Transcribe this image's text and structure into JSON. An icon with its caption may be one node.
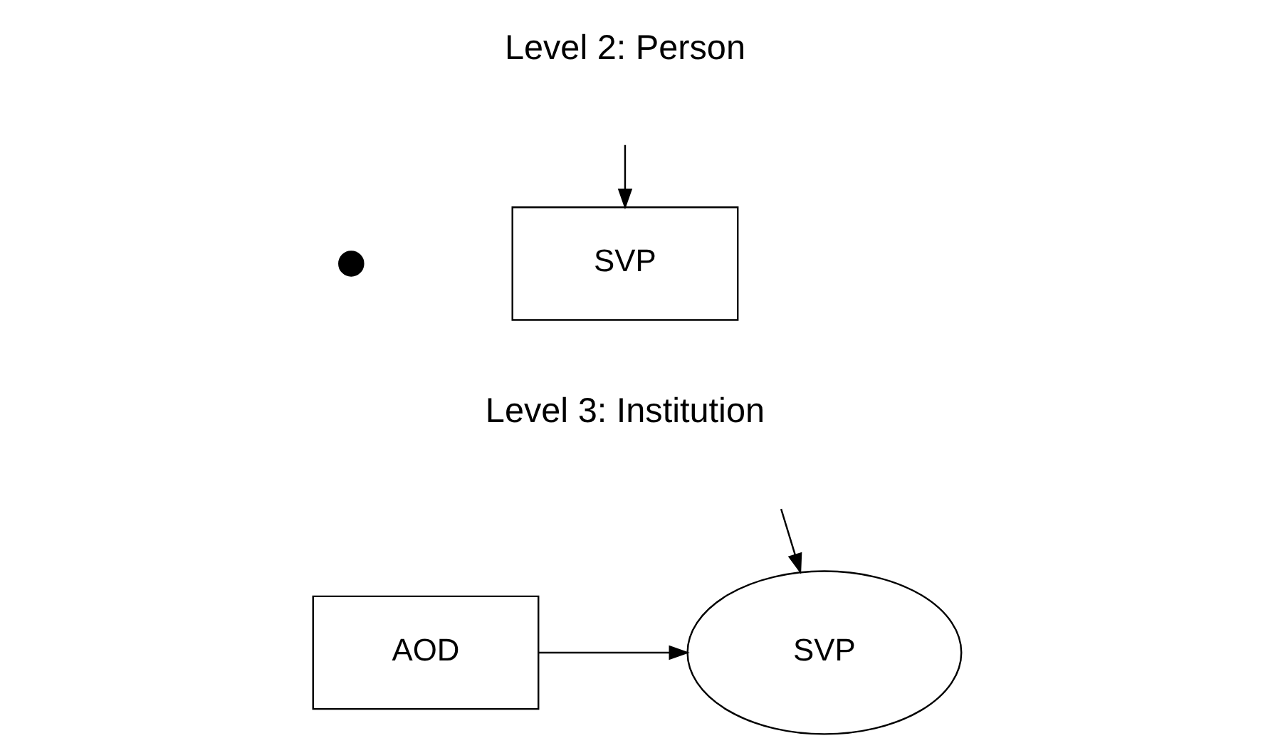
{
  "diagram": {
    "nodes": [
      {
        "text": [
          "SVP"
        ]
      },
      {
        "text": [],
        "shape": "circle"
      },
      {
        "text": [
          "AOD"
        ]
      },
      {
        "text": [
          "SVP"
        ]
      }
    ],
    "edges": [
      {
        "from": null,
        "to": 0,
        "arrow": "to"
      },
      {
        "from": 2,
        "to": 3,
        "arrow": "to"
      },
      {
        "from": null,
        "to": 3,
        "arrow": "to"
      }
    ],
    "labels": [
      "Level 2: Person",
      "Level 3: Institution"
    ]
  }
}
